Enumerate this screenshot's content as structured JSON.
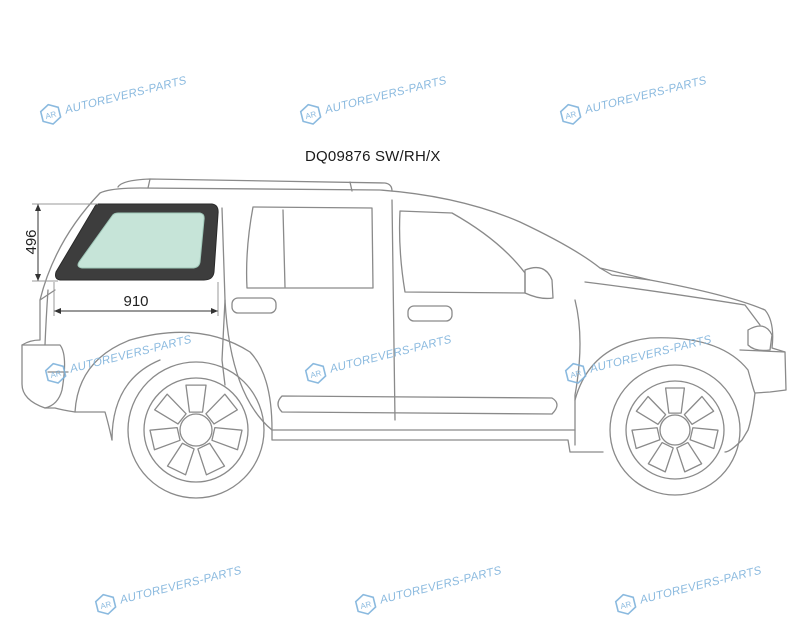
{
  "part_code": "DQ09876 SW/RH/X",
  "dimensions": {
    "height": "496",
    "width": "910"
  },
  "watermark": {
    "text": "AUTOREVERS-PARTS",
    "logo_text": "AR",
    "color": "#7fb3dc"
  },
  "colors": {
    "glass_frame": "#3d3d3d",
    "glass_tint": "#c6e4d8",
    "outline": "#8a8a8a"
  }
}
